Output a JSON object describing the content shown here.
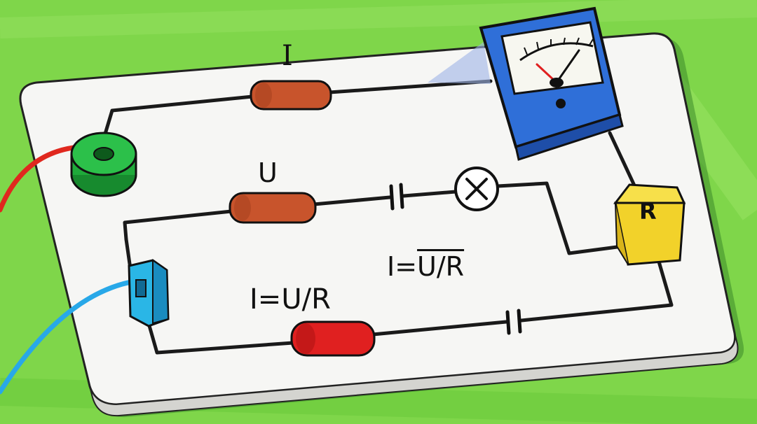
{
  "scene": {
    "background": "#7fd64a",
    "board_color": "#f6f6f4",
    "wire_color": "#1a1a1a",
    "resistor_color": "#c8542c",
    "red_resistor_color": "#e02020",
    "meter_color": "#2f6fd8",
    "terminal_green": "#1faa3a",
    "terminal_blue": "#2ab6e6",
    "resistor_box_color": "#f2d22a"
  },
  "labels": {
    "current": "I",
    "voltage": "U",
    "resistance": "R"
  },
  "formulas": {
    "overline_prefix": "I=",
    "overline_body": "U/R",
    "plain": "I=U/R"
  },
  "icons": {
    "meter": "analog-meter-icon",
    "lamp": "lamp-cross-icon",
    "capacitor": "capacitor-icon"
  }
}
